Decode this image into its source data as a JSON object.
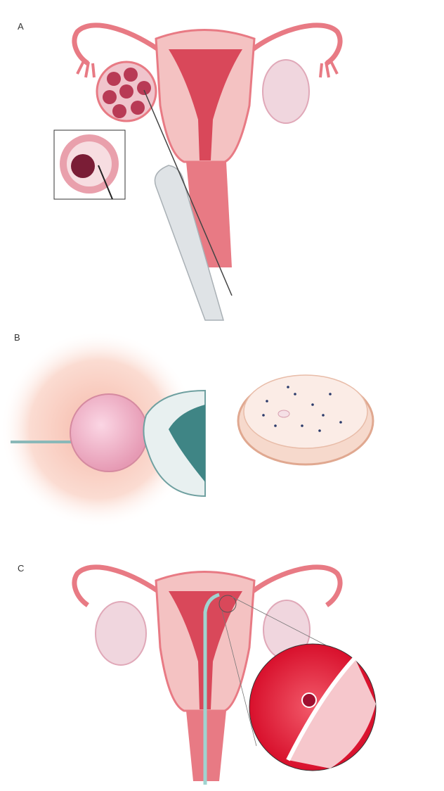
{
  "panels": [
    {
      "label": "A"
    },
    {
      "label": "B"
    },
    {
      "label": "C"
    }
  ],
  "colors": {
    "tissue": "#e87a84",
    "tissue_light": "#f4c2c2",
    "cavity": "#d9485a",
    "ovary_pale": "#f0d6de",
    "instrument": "#dfe3e6",
    "catheter": "#9fd4d0",
    "magnified": "#e3203a"
  }
}
